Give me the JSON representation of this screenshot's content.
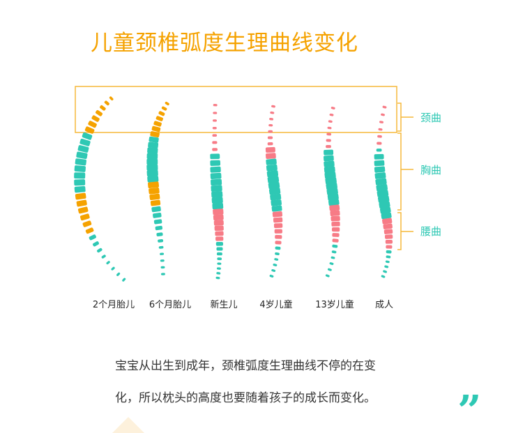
{
  "title": "儿童颈椎弧度生理曲线变化",
  "colors": {
    "orange": "#f5a200",
    "teal": "#2ec8b4",
    "pink": "#f77b86",
    "bracket": "#f5b83a"
  },
  "regions": [
    {
      "label": "颈曲"
    },
    {
      "label": "胸曲"
    },
    {
      "label": "腰曲"
    }
  ],
  "stages": [
    {
      "label": "2个月胎儿",
      "segments": [
        [
          "orange",
          0,
          0.22
        ],
        [
          "teal",
          0.22,
          0.52
        ],
        [
          "orange",
          0.52,
          0.72
        ],
        [
          "teal",
          0.72,
          1
        ]
      ]
    },
    {
      "label": "6个月胎儿",
      "segments": [
        [
          "orange",
          0,
          0.25
        ],
        [
          "teal",
          0.25,
          0.5
        ],
        [
          "orange",
          0.5,
          0.62
        ],
        [
          "teal",
          0.62,
          1
        ]
      ]
    },
    {
      "label": "新生儿",
      "segments": [
        [
          "pink",
          0,
          0.25
        ],
        [
          "teal",
          0.25,
          0.55
        ],
        [
          "pink",
          0.55,
          0.72
        ],
        [
          "teal",
          0.72,
          1
        ]
      ]
    },
    {
      "label": "4岁儿童",
      "segments": [
        [
          "pink",
          0,
          0.3
        ],
        [
          "teal",
          0.3,
          0.6
        ],
        [
          "pink",
          0.6,
          0.8
        ],
        [
          "teal",
          0.8,
          1
        ]
      ]
    },
    {
      "label": "13岁儿童",
      "segments": [
        [
          "pink",
          0,
          0.25
        ],
        [
          "teal",
          0.25,
          0.58
        ],
        [
          "pink",
          0.58,
          0.8
        ],
        [
          "teal",
          0.8,
          1
        ]
      ]
    },
    {
      "label": "成人",
      "segments": [
        [
          "pink",
          0,
          0.2
        ],
        [
          "teal",
          0.2,
          0.6
        ],
        [
          "pink",
          0.6,
          0.8
        ],
        [
          "teal",
          0.8,
          1
        ]
      ]
    }
  ],
  "paragraph": {
    "line1": "宝宝从出生到成年，颈椎弧度生理曲线不停的在变",
    "line2": "化，所以枕头的高度也要随着孩子的成长而变化。"
  },
  "quote_mark": "”"
}
